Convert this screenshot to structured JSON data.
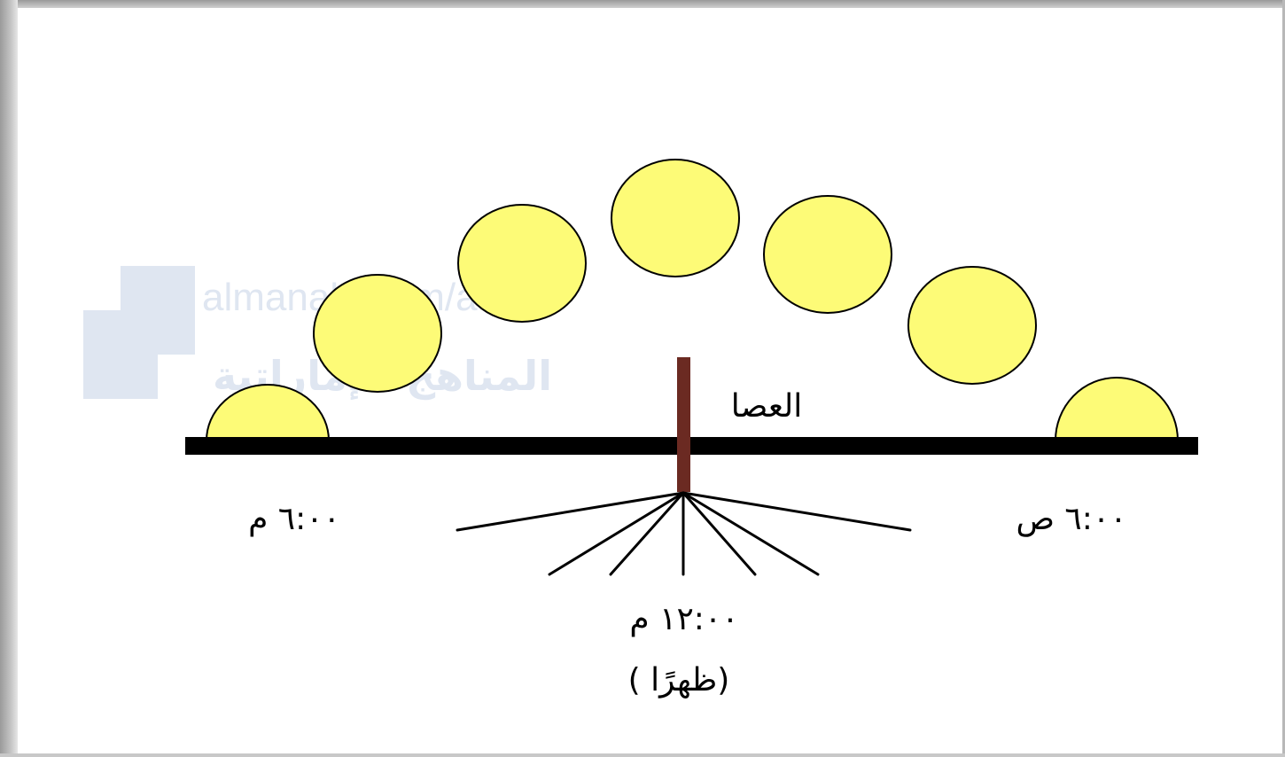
{
  "labels": {
    "stick": "العصا",
    "time_6pm": "٦:٠٠ م",
    "time_6am": "٦:٠٠ ص",
    "time_noon": "١٢:٠٠ م",
    "noon_note": "(ظهرًا )"
  },
  "watermark": {
    "line1": "almanahj.com/ae",
    "line2": "المناهج الإماراتية"
  },
  "colors": {
    "sun_fill": "#fdfb77",
    "sun_stroke": "#000000",
    "stick": "#6b2a22",
    "ground": "#000000",
    "watermark": "#dfe6f1"
  }
}
